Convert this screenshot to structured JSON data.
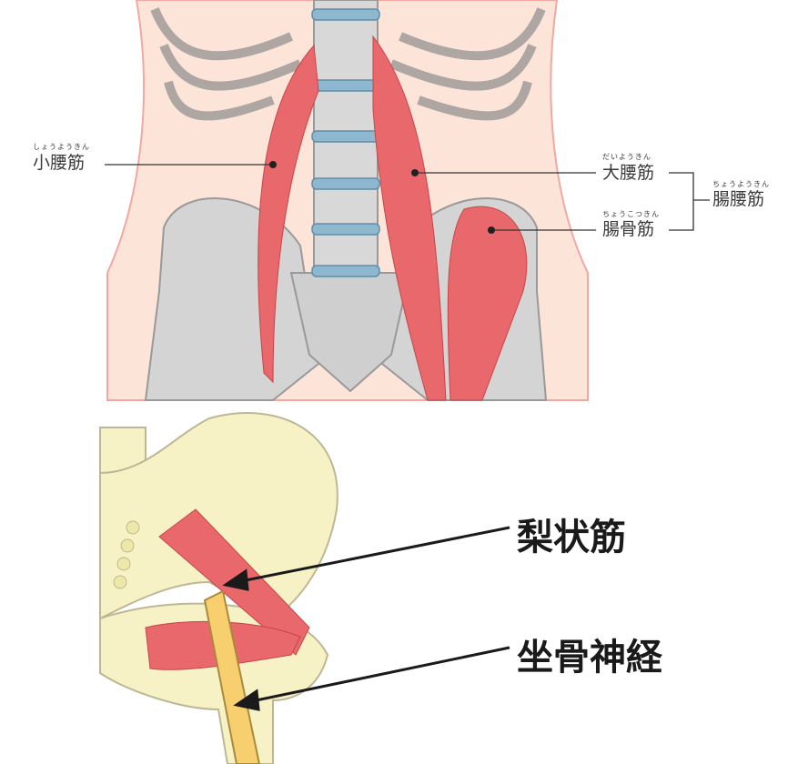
{
  "top_figure": {
    "labels": [
      {
        "id": "psoas-minor",
        "text": "小腰筋",
        "ruby": "しょうようきん"
      },
      {
        "id": "psoas-major",
        "text": "大腰筋",
        "ruby": "だいようきん"
      },
      {
        "id": "iliacus",
        "text": "腸骨筋",
        "ruby": "ちょうこつきん"
      },
      {
        "id": "iliopsoas",
        "text": "腸腰筋",
        "ruby": "ちょうようきん"
      }
    ]
  },
  "bottom_figure": {
    "labels": [
      {
        "id": "piriformis",
        "text": "梨状筋"
      },
      {
        "id": "sciatic-nerve",
        "text": "坐骨神経"
      }
    ]
  },
  "colors": {
    "muscle": "#e8686c",
    "bone": "#d4d4d4",
    "skin": "#fde4d8",
    "pelvis_bone": "#f6f2c6",
    "nerve": "#f8cf6e",
    "cartilage": "#8db8cf"
  }
}
